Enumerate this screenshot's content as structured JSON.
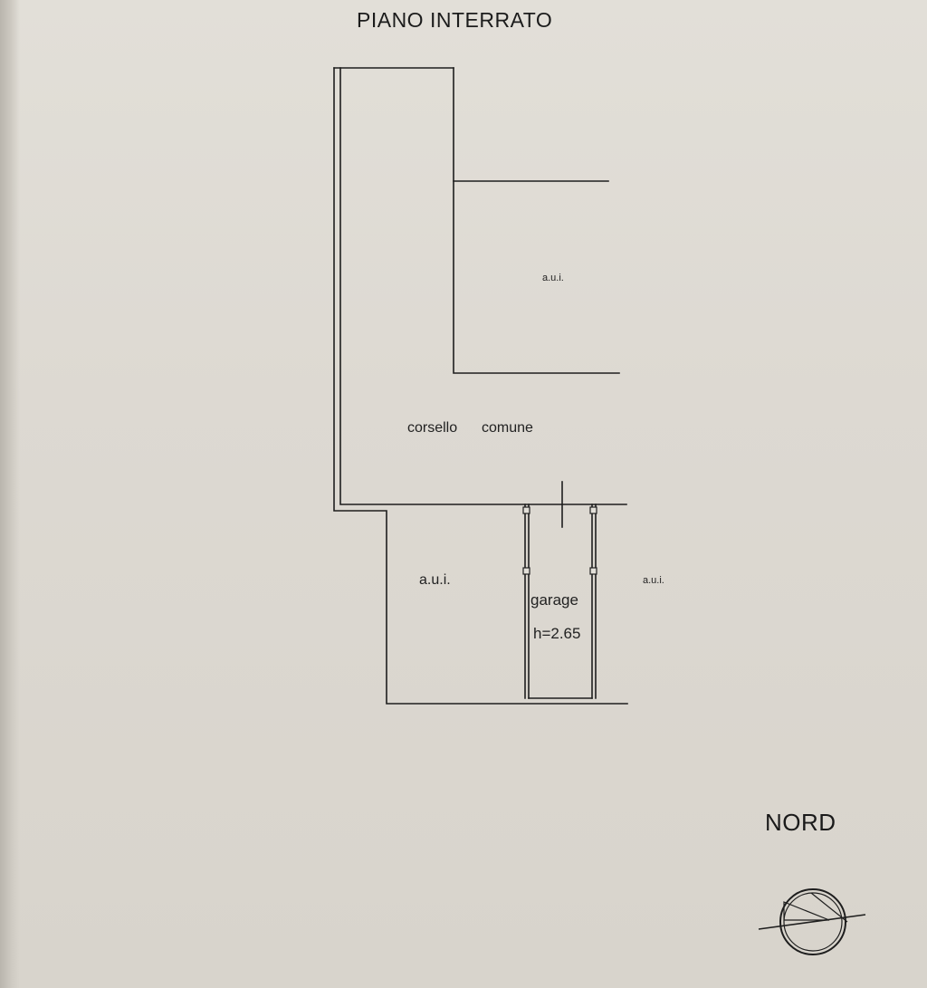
{
  "title": "PIANO INTERRATO",
  "north": {
    "label": "NORD"
  },
  "rooms": {
    "aui_top": "a.u.i.",
    "corridor_word1": "corsello",
    "corridor_word2": "comune",
    "aui_left": "a.u.i.",
    "aui_right": "a.u.i.",
    "garage_name": "garage",
    "garage_height": "h=2.65"
  },
  "colors": {
    "paper": "#dcd9d2",
    "ink": "#1e1e1e"
  }
}
